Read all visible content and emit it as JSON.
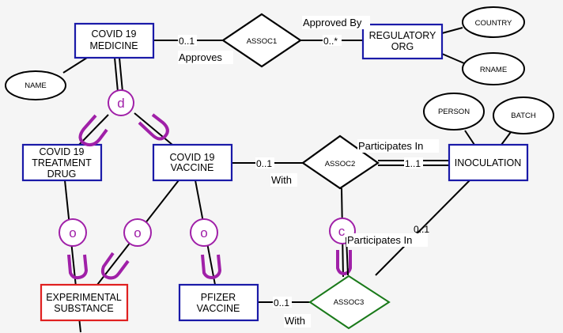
{
  "diagram": {
    "entities": {
      "covid_medicine": [
        "COVID 19",
        "MEDICINE"
      ],
      "regulatory_org": [
        "REGULATORY",
        "ORG"
      ],
      "treatment_drug": [
        "COVID 19",
        "TREATMENT",
        "DRUG"
      ],
      "covid_vaccine": [
        "COVID 19",
        "VACCINE"
      ],
      "inoculation": "INOCULATION",
      "experimental_substance": [
        "EXPERIMENTAL",
        "SUBSTANCE"
      ],
      "pfizer_vaccine": [
        "PFIZER",
        "VACCINE"
      ]
    },
    "relationships": {
      "assoc1": "ASSOC1",
      "assoc2": "ASSOC2",
      "assoc3": "ASSOC3"
    },
    "attributes": {
      "name": "NAME",
      "country": "COUNTRY",
      "rname": "RNAME",
      "person": "PERSON",
      "batch": "BATCH"
    },
    "roles": {
      "approved_by": "Approved By",
      "approves": "Approves",
      "participates_in_1": "Participates In",
      "with_1": "With",
      "participates_in_2": "Participates In",
      "with_2": "With"
    },
    "cardinalities": {
      "medicine_assoc1": "0..1",
      "assoc1_org": "0..*",
      "vaccine_assoc2": "0..1",
      "assoc2_inoculation": "1..1",
      "inoculation_assoc3": "0..1",
      "pfizer_assoc3": "0..1"
    },
    "specializations": {
      "disjoint": "d",
      "overlap_1": "o",
      "overlap_2": "o",
      "overlap_3": "o",
      "category": "c"
    },
    "colors": {
      "entity_border": "#1a1aa8",
      "experimental_border": "#e02020",
      "assoc3_border": "#1a7a1a",
      "specialization": "#a020a8",
      "background": "#f5f5f5"
    }
  }
}
